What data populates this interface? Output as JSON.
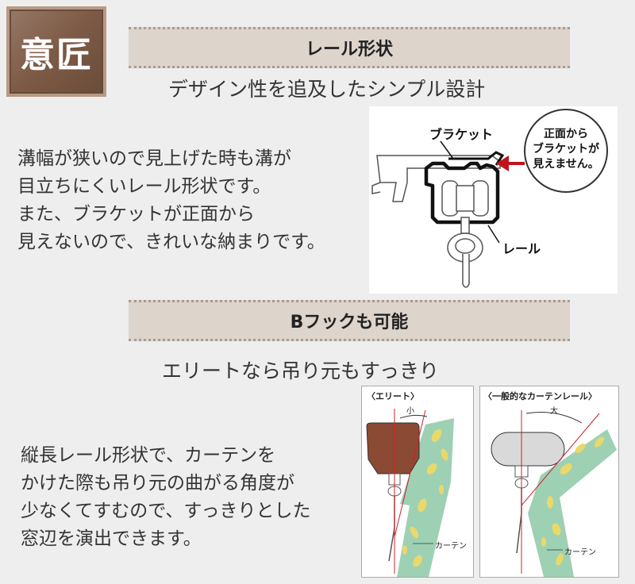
{
  "badge": {
    "label": "意匠"
  },
  "section1": {
    "title": "レール形状",
    "subtitle": "デザイン性を追及したシンプル設計",
    "body": [
      "溝幅が狭いので見上げた時も溝が",
      "目立ちにくいレール形状です。",
      "また、ブラケットが正面から",
      "見えないので、きれいな納まりです。"
    ],
    "diagram": {
      "bracket_label": "ブラケット",
      "rail_label": "レール",
      "callout": [
        "正面から",
        "ブラケットが",
        "見えません。"
      ]
    }
  },
  "section2": {
    "title": "Bフックも可能",
    "subtitle": "エリートなら吊り元もすっきり",
    "body": [
      "縦長レール形状で、カーテンを",
      "かけた際も吊り元の曲がる角度が",
      "少なくてすむので、すっきりとした",
      "窓辺を演出できます。"
    ],
    "diagram_left": {
      "title": "〈エリート〉",
      "angle_label": "小",
      "curtain_label": "カーテン"
    },
    "diagram_right": {
      "title": "〈一般的なカーテンレール〉",
      "angle_label": "大",
      "curtain_label": "カーテン"
    }
  },
  "colors": {
    "badge_bg": "#7d5a45",
    "bar_bg": "#ddd4cb",
    "arrow_red": "#c0141c",
    "rail_brown": "#8b4a34",
    "curtain_green": "#9ed0b4",
    "leaf_yellow": "#e8d96a"
  }
}
